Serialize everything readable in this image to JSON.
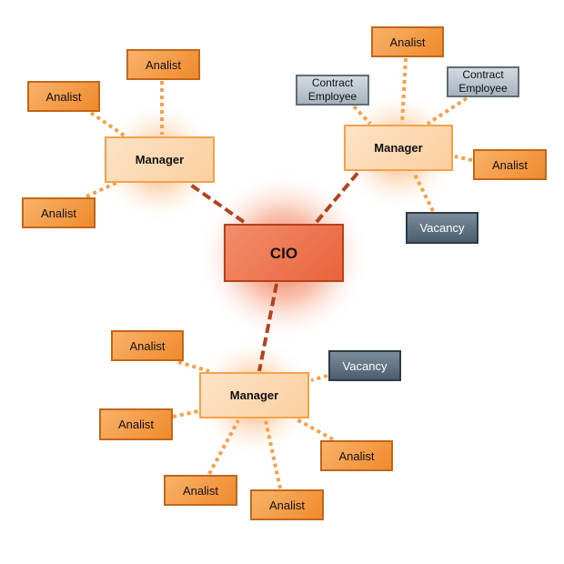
{
  "cio": {
    "label": "CIO"
  },
  "groups": [
    {
      "manager": "Manager",
      "members": [
        {
          "type": "analist",
          "label": "Analist"
        },
        {
          "type": "analist",
          "label": "Analist"
        },
        {
          "type": "analist",
          "label": "Analist"
        }
      ]
    },
    {
      "manager": "Manager",
      "members": [
        {
          "type": "analist",
          "label": "Analist"
        },
        {
          "type": "contract",
          "label": "Contract Employee"
        },
        {
          "type": "contract",
          "label": "Contract Employee"
        },
        {
          "type": "analist",
          "label": "Analist"
        },
        {
          "type": "vacancy",
          "label": "Vacancy"
        }
      ]
    },
    {
      "manager": "Manager",
      "members": [
        {
          "type": "analist",
          "label": "Analist"
        },
        {
          "type": "vacancy",
          "label": "Vacancy"
        },
        {
          "type": "analist",
          "label": "Analist"
        },
        {
          "type": "analist",
          "label": "Analist"
        },
        {
          "type": "analist",
          "label": "Analist"
        },
        {
          "type": "analist",
          "label": "Analist"
        }
      ]
    }
  ],
  "colors": {
    "cio_link": "#b5421e",
    "member_link": "#f5a04a",
    "cio_glow": "#e9502a",
    "manager_glow": "#f58a2a"
  }
}
